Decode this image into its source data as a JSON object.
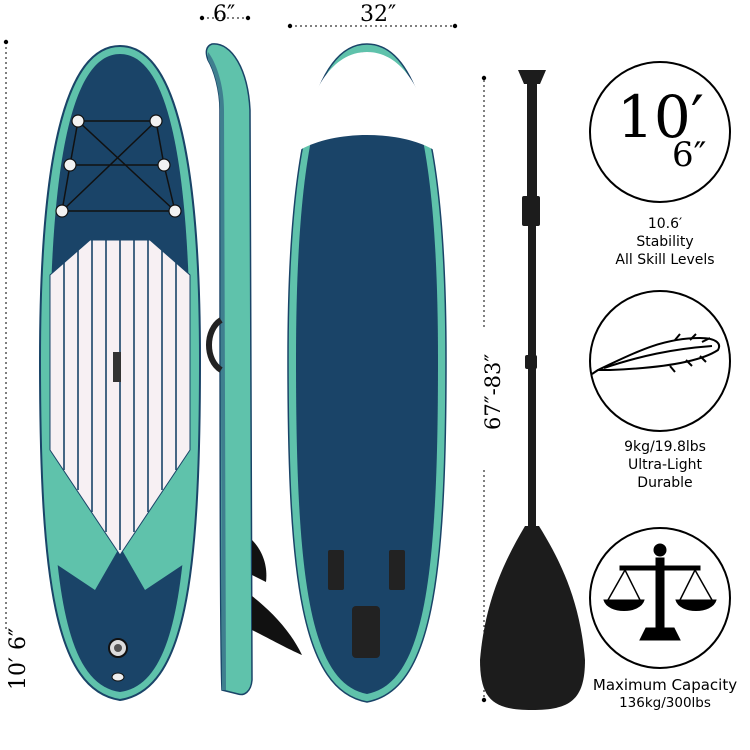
{
  "dimensions": {
    "width_side": "6″",
    "width_top": "32″",
    "board_length": "10′ 6″",
    "paddle_length": "67″-83″"
  },
  "features": {
    "length_badge": {
      "feet": "10′",
      "inches": "6″"
    },
    "stability": {
      "value": "10.6′",
      "line1": "Stability",
      "line2": "All Skill Levels"
    },
    "weight": {
      "value": "9kg/19.8lbs",
      "line1": "Ultra-Light",
      "line2": "Durable"
    },
    "capacity": {
      "title": "Maximum Capacity",
      "value": "136kg/300lbs"
    }
  },
  "colors": {
    "board_navy": "#1a4468",
    "board_teal": "#5fc2ab",
    "deck_pad": "#f7f0f3",
    "paddle_black": "#1c1c1c"
  },
  "icons": [
    "feather-icon",
    "balance-scale-icon"
  ]
}
